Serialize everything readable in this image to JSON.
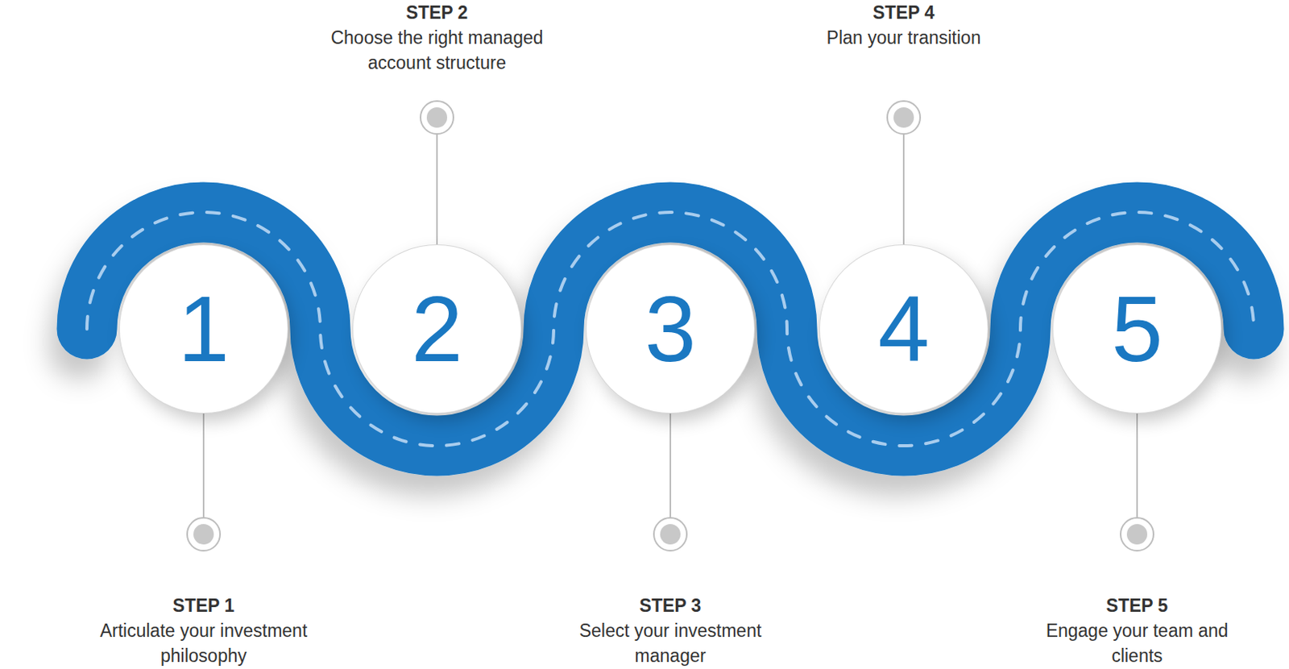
{
  "diagram": {
    "nodes": [
      {
        "text": [
          "1",
          "STEP 1",
          "Articulate your investment philosophy"
        ]
      },
      {
        "text": [
          "2",
          "STEP 2",
          "Choose the right managed account structure"
        ]
      },
      {
        "text": [
          "3",
          "STEP 3",
          "Select your investment manager"
        ]
      },
      {
        "text": [
          "4",
          "STEP 4",
          "Plan your transition"
        ]
      },
      {
        "text": [
          "5",
          "STEP 5",
          "Engage your team and clients"
        ]
      }
    ]
  }
}
